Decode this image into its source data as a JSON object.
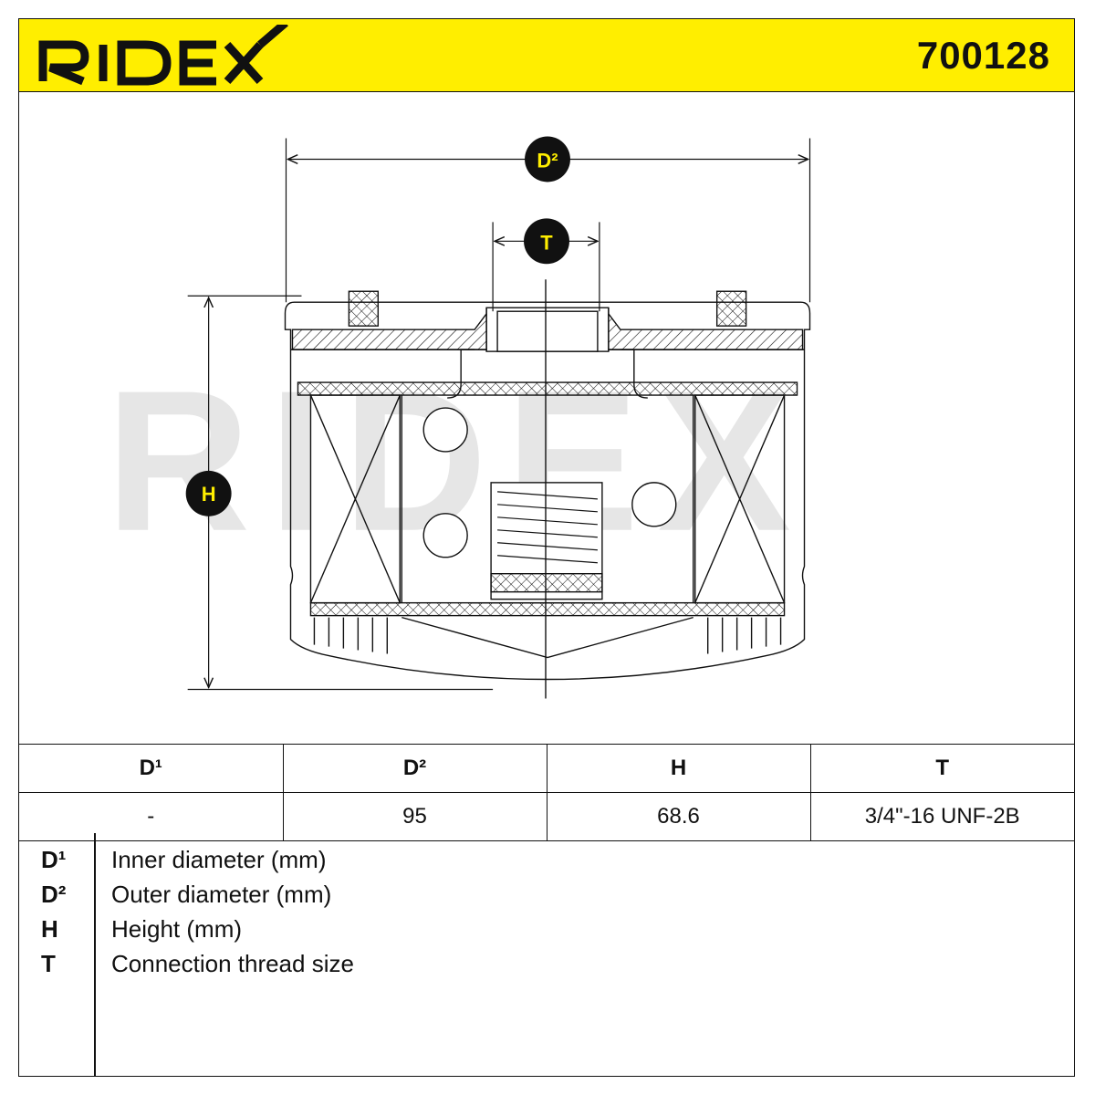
{
  "brand": {
    "logo_text": "RIDEX",
    "watermark_text": "RIDEX"
  },
  "part_number": "700128",
  "dimension_labels": {
    "d2": "D²",
    "t": "T",
    "h": "H"
  },
  "table": {
    "headers": [
      "D¹",
      "D²",
      "H",
      "T"
    ],
    "values": [
      "-",
      "95",
      "68.6",
      "3/4\"-16 UNF-2B"
    ]
  },
  "legend": [
    {
      "symbol": "D¹",
      "text": "Inner diameter (mm)"
    },
    {
      "symbol": "D²",
      "text": "Outer diameter (mm)"
    },
    {
      "symbol": "H",
      "text": "Height (mm)"
    },
    {
      "symbol": "T",
      "text": "Connection thread size"
    }
  ],
  "colors": {
    "accent": "#ffee00",
    "ink": "#111111",
    "watermark": "#e6e6e6"
  }
}
